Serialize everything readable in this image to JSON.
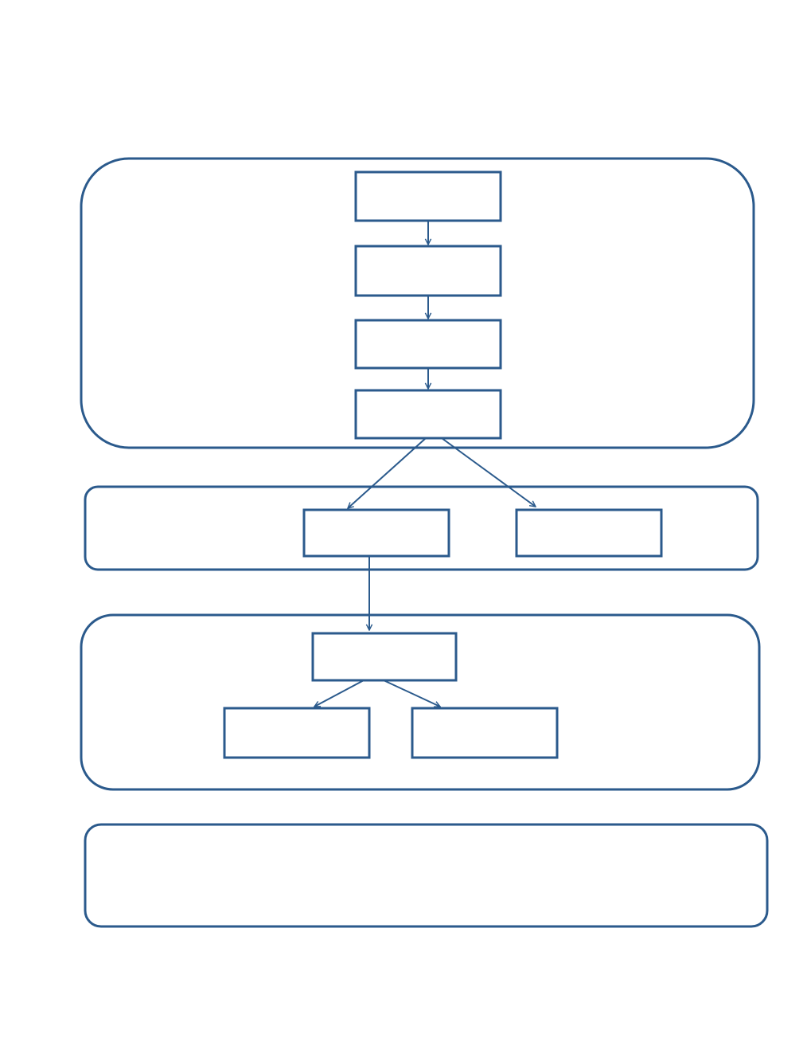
{
  "colors": {
    "background": "#ffffff",
    "stroke": "#2b5a8c"
  },
  "diagram": {
    "groups": [
      {
        "id": "group-1",
        "nodes": [
          "node-1",
          "node-2",
          "node-3",
          "node-4"
        ]
      },
      {
        "id": "group-2",
        "nodes": [
          "node-5",
          "node-6"
        ]
      },
      {
        "id": "group-3",
        "nodes": [
          "node-7",
          "node-8",
          "node-9"
        ]
      },
      {
        "id": "group-4",
        "nodes": []
      }
    ],
    "nodes": [
      {
        "id": "node-1",
        "label": ""
      },
      {
        "id": "node-2",
        "label": ""
      },
      {
        "id": "node-3",
        "label": ""
      },
      {
        "id": "node-4",
        "label": ""
      },
      {
        "id": "node-5",
        "label": ""
      },
      {
        "id": "node-6",
        "label": ""
      },
      {
        "id": "node-7",
        "label": ""
      },
      {
        "id": "node-8",
        "label": ""
      },
      {
        "id": "node-9",
        "label": ""
      }
    ],
    "edges": [
      {
        "from": "node-1",
        "to": "node-2"
      },
      {
        "from": "node-2",
        "to": "node-3"
      },
      {
        "from": "node-3",
        "to": "node-4"
      },
      {
        "from": "node-4",
        "to": "node-5"
      },
      {
        "from": "node-4",
        "to": "node-6"
      },
      {
        "from": "node-5",
        "to": "node-7"
      },
      {
        "from": "node-7",
        "to": "node-8"
      },
      {
        "from": "node-7",
        "to": "node-9"
      }
    ]
  }
}
